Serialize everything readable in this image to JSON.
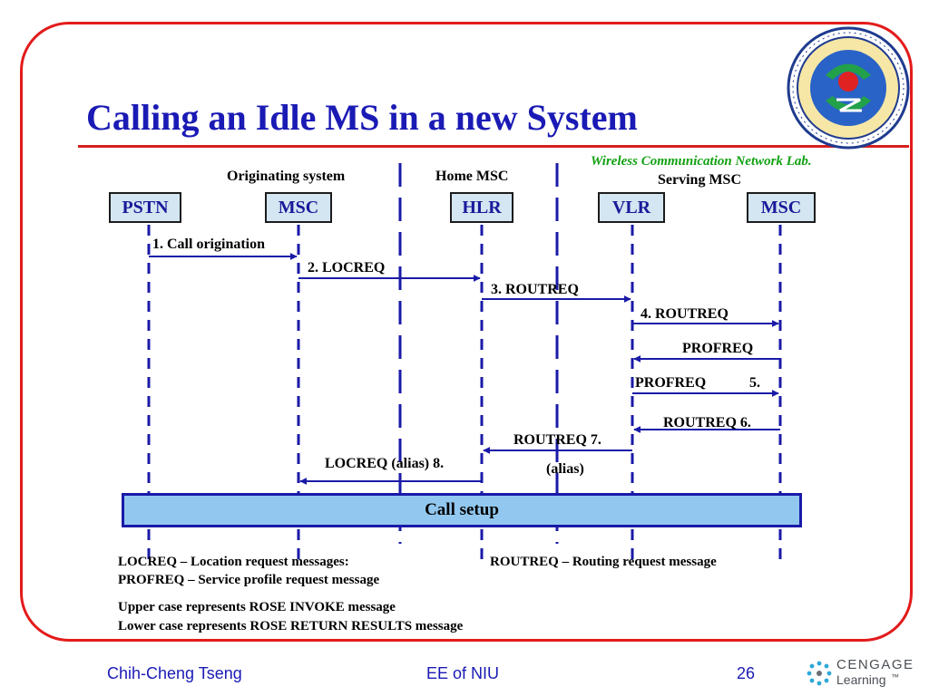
{
  "title": "Calling an Idle MS in a new System",
  "lab_name": "Wireless Communication Network Lab.",
  "groups": {
    "originating": "Originating system",
    "home": "Home MSC",
    "serving": "Serving MSC"
  },
  "nodes": [
    "PSTN",
    "MSC",
    "HLR",
    "VLR",
    "MSC"
  ],
  "messages": [
    "1. Call origination",
    "2. LOCREQ",
    "3. ROUTREQ",
    "4. ROUTREQ",
    "PROFREQ",
    "PROFREQ",
    "5.",
    "ROUTREQ 6.",
    "ROUTREQ 7.",
    "(alias)",
    "LOCREQ (alias) 8."
  ],
  "call_setup": "Call setup",
  "notes": {
    "locreq": "LOCREQ – Location request messages:",
    "routreq": "ROUTREQ – Routing request message",
    "profreq": "PROFREQ – Service profile request message",
    "upper": "Upper case represents ROSE INVOKE message",
    "lower": "Lower case represents ROSE RETURN RESULTS message"
  },
  "footer": {
    "author": "Chih-Cheng Tseng",
    "dept": "EE of NIU",
    "page": "26"
  },
  "brand": {
    "name": "CENGAGE",
    "sub": "Learning",
    "tm": "™"
  },
  "colors": {
    "frame": "#e31b1b",
    "title": "#1a1ab5",
    "lab": "#12a112",
    "arrow": "#1a1aa8",
    "node_fill": "#d3e6f2",
    "callbar_fill": "#92c8ef"
  }
}
